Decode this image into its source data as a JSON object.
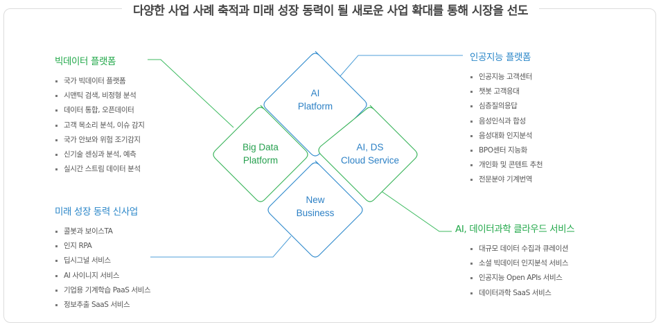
{
  "title": "다양한 사업 사례 축적과 미래 성장 동력이 될 새로운 사업 확대를 통해 시장을 선도",
  "diamonds": {
    "top": [
      "AI",
      "Platform"
    ],
    "left": [
      "Big Data",
      "Platform"
    ],
    "right": [
      "AI, DS",
      "Cloud Service"
    ],
    "bottom": [
      "New",
      "Business"
    ]
  },
  "colors": {
    "green": "#22a84a",
    "blue": "#2a86c8"
  },
  "sections": {
    "bigdata": {
      "title": "빅데이터 플랫폼",
      "items": [
        "국가 빅데이터 플랫폼",
        "시맨틱 검색, 비정형 분석",
        "데이터 통합, 오픈데이터",
        "고객 목소리 분석, 이슈 감지",
        "국가 안보와 위험 조기감지",
        "신기술 센싱과 분석, 예측",
        "실시간 스트림 데이터 분석"
      ]
    },
    "future": {
      "title": "미래 성장 동력 신사업",
      "items": [
        "콜봇과 보이스TA",
        "인지 RPA",
        "딥시그널 서비스",
        "AI 사이니지 서비스",
        "기업용 기계학습 PaaS 서비스",
        "정보추출 SaaS 서비스"
      ]
    },
    "ai": {
      "title": "인공지능 플랫폼",
      "items": [
        "인공지능 고객센터",
        "챗봇 고객응대",
        "심층질의응답",
        "음성인식과 합성",
        "음성대화 인지분석",
        "BPO센터 지능화",
        "개인화 및 콘텐트 추천",
        "전문분야 기계번역"
      ]
    },
    "cloud": {
      "title": "AI, 데이터과학 클라우드 서비스",
      "items": [
        "대규모 데이터 수집과 큐레이션",
        "소셜 빅데이터 인지분석 서비스",
        "인공지능 Open APIs 서비스",
        "데이터과학 SaaS 서비스"
      ]
    }
  }
}
